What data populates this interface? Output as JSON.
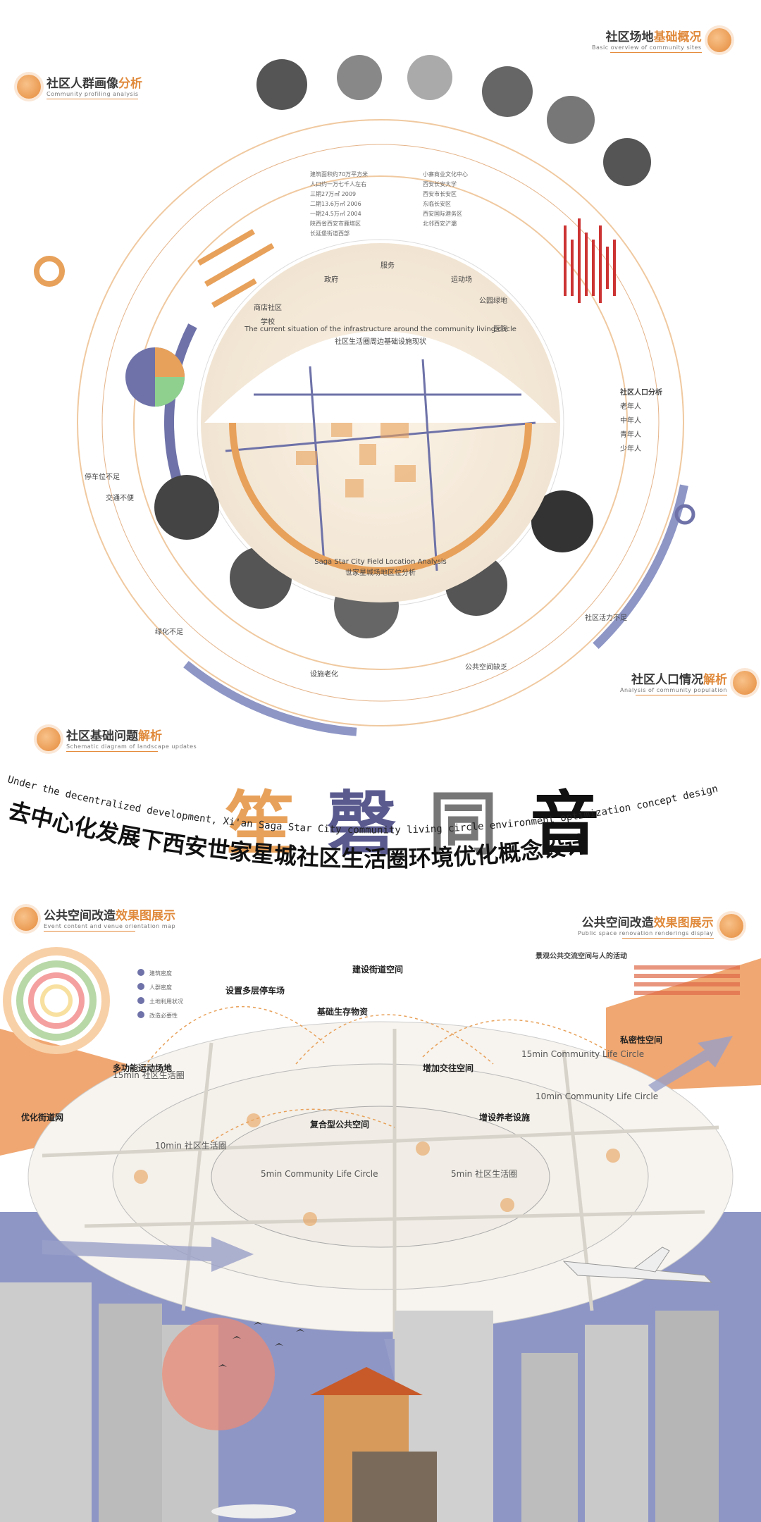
{
  "sections": {
    "profile": {
      "main": "社区人群画像",
      "accent": "分析",
      "sub": "Community profiling analysis"
    },
    "site": {
      "main": "社区场地",
      "accent": "基础概况",
      "sub": "Basic overview of community sites"
    },
    "population": {
      "main": "社区人口情况",
      "accent": "解析",
      "sub": "Analysis of community population"
    },
    "problems": {
      "main": "社区基础问题",
      "accent": "解析",
      "sub": "Schematic diagram of landscape updates"
    },
    "public_left": {
      "main": "公共空间改造",
      "accent": "效果图展示",
      "sub": "Event content and venue orientation map"
    },
    "public_right": {
      "main": "公共空间改造",
      "accent": "效果图展示",
      "sub": "Public space renovation renderings display"
    }
  },
  "title": {
    "chars": [
      "笙",
      "磬",
      "同",
      "音"
    ],
    "english": "Under the decentralized development, Xi'an Saga Star City community living circle environment optimization concept design",
    "chinese": "去中心化发展下西安世家星城社区生活圈环境优化概念设计"
  },
  "ring": {
    "infra_caption": "The current situation of the infrastructure around the community living circle",
    "infra_cn": "社区生活圈周边基础设施现状",
    "categories": [
      "学校",
      "商店社区",
      "政府",
      "服务",
      "运动场",
      "公园绿地",
      "医院"
    ],
    "site_info": [
      "西安市长安区",
      "东临长安区",
      "西安国际港务区",
      "北邻西安浐灞",
      "小寨商业文化中心",
      "西安长安大学",
      "一期24.5万㎡ 2004",
      "二期13.6万㎡ 2006",
      "三期27万㎡ 2009",
      "人口约一万七千人左右",
      "建筑面积约70万平方米",
      "陕西省西安市雁塔区",
      "长延堡街道西部"
    ],
    "field_caption": "Saga Star City Field Location Analysis",
    "field_cn": "世家星城场地区位分析",
    "problems": [
      "停车位不足",
      "交通不便",
      "绿化不足",
      "设施老化",
      "公共空间缺乏",
      "社区活力不足"
    ]
  },
  "population": {
    "labels": [
      "老年人",
      "中年人",
      "青年人",
      "少年人"
    ],
    "right_title": "社区人口分析"
  },
  "map": {
    "circles": [
      "15min Community Life Circle",
      "10min Community Life Circle",
      "5min Community Life Circle",
      "15min 社区生活圈",
      "10min 社区生活圈",
      "5min 社区生活圈"
    ],
    "nodes": [
      "建设街道空间",
      "设置多层停车场",
      "基础生存物资",
      "私密性空间",
      "多功能运动场地",
      "优化街道网",
      "增加交往空间",
      "增设养老设施",
      "复合型公共空间"
    ],
    "legend": [
      "建筑密度",
      "人群密度",
      "土地利用状况",
      "改造必要性"
    ],
    "activity_title": "景观公共交流空间与人的活动"
  },
  "colors": {
    "orange": "#e8a15a",
    "purple": "#6e72a8",
    "grey": "#9b9b9b",
    "lavender": "#8e96c6"
  }
}
